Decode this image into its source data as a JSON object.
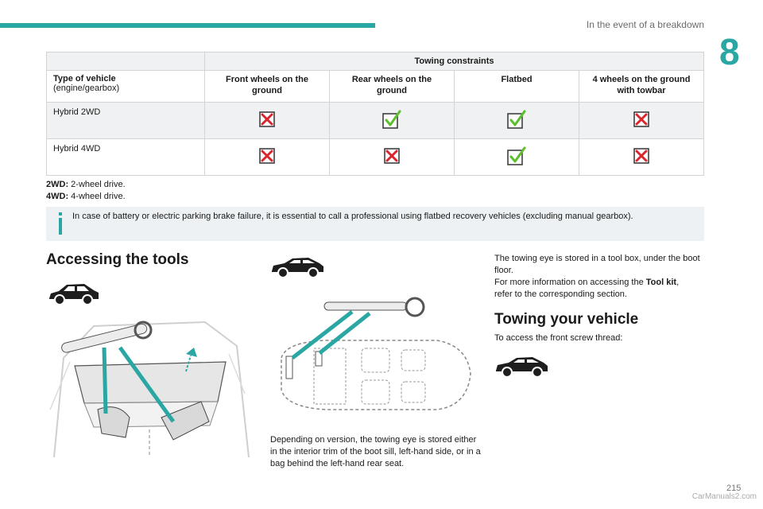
{
  "header": {
    "section": "In the event of a breakdown",
    "chapter": "8"
  },
  "table": {
    "title": "Towing constraints",
    "type_header_bold": "Type of vehicle",
    "type_header_sub": "(engine/gearbox)",
    "columns": [
      "Front wheels on the ground",
      "Rear wheels on the ground",
      "Flatbed",
      "4 wheels on the ground with towbar"
    ],
    "rows": [
      {
        "label": "Hybrid 2WD",
        "marks": [
          "cross-icon",
          "check-icon",
          "check-icon",
          "cross-icon"
        ]
      },
      {
        "label": "Hybrid 4WD",
        "marks": [
          "cross-icon",
          "cross-icon",
          "check-icon",
          "cross-icon"
        ]
      }
    ]
  },
  "legend": {
    "term_2wd": "2WD:",
    "def_2wd": " 2-wheel drive.",
    "term_4wd": "4WD:",
    "def_4wd": " 4-wheel drive."
  },
  "info": {
    "icon": "info-icon",
    "text": "In case of battery or electric parking brake failure, it is essential to call a professional using flatbed recovery vehicles (excluding manual gearbox)."
  },
  "accessing": {
    "title": "Accessing the tools",
    "caption": "Depending on version, the towing eye is stored either in the interior trim of the boot sill, left-hand side, or in a bag behind the left-hand rear seat."
  },
  "right_column": {
    "stored_text": "The towing eye is stored in a tool box, under the boot floor.",
    "more_info_pre": "For more information on accessing the ",
    "more_info_bold": "Tool kit",
    "more_info_post": ",",
    "more_info_line2": "refer to the corresponding section."
  },
  "towing": {
    "title": "Towing your vehicle",
    "text": "To access the front screw thread:"
  },
  "footer": {
    "page": "215",
    "watermark": "CarManuals2.com"
  },
  "colors": {
    "accent": "#2aa7a3",
    "cross": "#d9262c",
    "check": "#5bbf2e",
    "info_bg": "#edf1f3"
  }
}
